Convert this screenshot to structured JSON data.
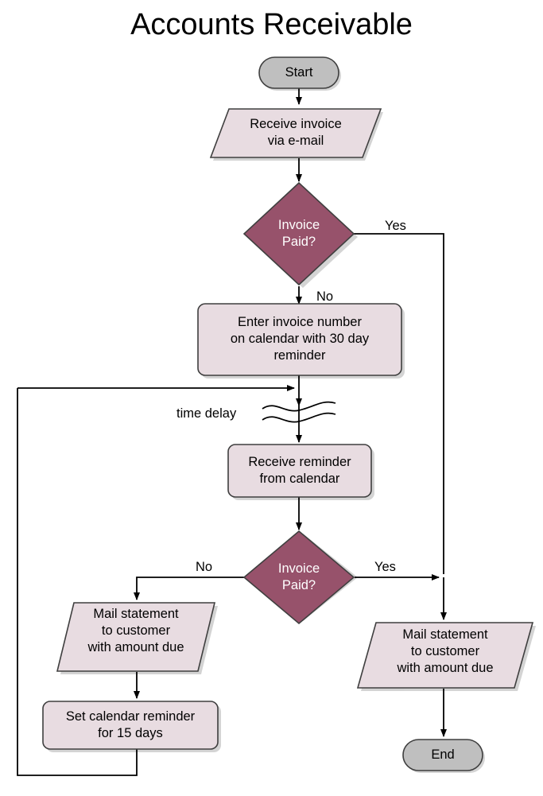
{
  "diagram": {
    "title": "Accounts Receivable",
    "type": "flowchart",
    "colors": {
      "terminator_fill": "#BFBFBF",
      "process_fill": "#E8DCE1",
      "io_fill": "#E8DCE1",
      "decision_fill": "#97526B",
      "decision_text": "#FFFFFF",
      "stroke": "#3F3F3F",
      "connector": "#000000",
      "background": "#FFFFFF",
      "shadow": "#B0B0B0",
      "text": "#000000"
    },
    "nodes": [
      {
        "id": "start",
        "shape": "terminator",
        "label": "Start",
        "fill": "#BFBFBF"
      },
      {
        "id": "receive-invoice",
        "shape": "parallelogram",
        "label": "Receive invoice\nvia e-mail",
        "line1": "Receive invoice",
        "line2": "via e-mail",
        "fill": "#E8DCE1"
      },
      {
        "id": "invoice-paid-1",
        "shape": "decision",
        "label": "Invoice\nPaid?",
        "line1": "Invoice",
        "line2": "Paid?",
        "fill": "#97526B"
      },
      {
        "id": "enter-invoice-number",
        "shape": "process",
        "label": "Enter invoice number\non calendar with 30 day\nreminder",
        "line1": "Enter invoice number",
        "line2": "on calendar with 30 day",
        "line3": "reminder",
        "fill": "#E8DCE1"
      },
      {
        "id": "time-delay",
        "shape": "delay-break",
        "label": "time delay"
      },
      {
        "id": "receive-reminder",
        "shape": "process",
        "label": "Receive reminder\nfrom calendar",
        "line1": "Receive reminder",
        "line2": "from calendar",
        "fill": "#E8DCE1"
      },
      {
        "id": "invoice-paid-2",
        "shape": "decision",
        "label": "Invoice\nPaid?",
        "line1": "Invoice",
        "line2": "Paid?",
        "fill": "#97526B"
      },
      {
        "id": "mail-statement-left",
        "shape": "parallelogram",
        "label": "Mail statement\nto customer\nwith amount due",
        "line1": "Mail statement",
        "line2": "to customer",
        "line3": "with amount due",
        "fill": "#E8DCE1"
      },
      {
        "id": "set-calendar-reminder",
        "shape": "process",
        "label": "Set calendar reminder\nfor 15 days",
        "line1": "Set calendar reminder",
        "line2": "for 15 days",
        "fill": "#E8DCE1"
      },
      {
        "id": "mail-statement-right",
        "shape": "parallelogram",
        "label": "Mail statement\nto customer\nwith amount due",
        "line1": "Mail statement",
        "line2": "to customer",
        "line3": "with amount due",
        "fill": "#E8DCE1"
      },
      {
        "id": "end",
        "shape": "terminator",
        "label": "End",
        "fill": "#BFBFBF"
      }
    ],
    "edges": [
      {
        "id": "e-start-receive",
        "from": "start",
        "to": "receive-invoice",
        "label": ""
      },
      {
        "id": "e-receive-decision1",
        "from": "receive-invoice",
        "to": "invoice-paid-1",
        "label": ""
      },
      {
        "id": "e-decision1-yes",
        "from": "invoice-paid-1",
        "to": "mail-statement-right",
        "label": "Yes"
      },
      {
        "id": "e-decision1-no",
        "from": "invoice-paid-1",
        "to": "enter-invoice-number",
        "label": "No"
      },
      {
        "id": "e-enter-delay",
        "from": "enter-invoice-number",
        "to": "time-delay",
        "label": ""
      },
      {
        "id": "e-delay-reminder",
        "from": "time-delay",
        "to": "receive-reminder",
        "label": ""
      },
      {
        "id": "e-reminder-decision2",
        "from": "receive-reminder",
        "to": "invoice-paid-2",
        "label": ""
      },
      {
        "id": "e-decision2-no",
        "from": "invoice-paid-2",
        "to": "mail-statement-left",
        "label": "No"
      },
      {
        "id": "e-decision2-yes",
        "from": "invoice-paid-2",
        "to": "mail-statement-right",
        "label": "Yes"
      },
      {
        "id": "e-mailleft-setcal",
        "from": "mail-statement-left",
        "to": "set-calendar-reminder",
        "label": ""
      },
      {
        "id": "e-setcal-loopback",
        "from": "set-calendar-reminder",
        "to": "time-delay",
        "label": ""
      },
      {
        "id": "e-mailright-end",
        "from": "mail-statement-right",
        "to": "end",
        "label": ""
      }
    ]
  }
}
